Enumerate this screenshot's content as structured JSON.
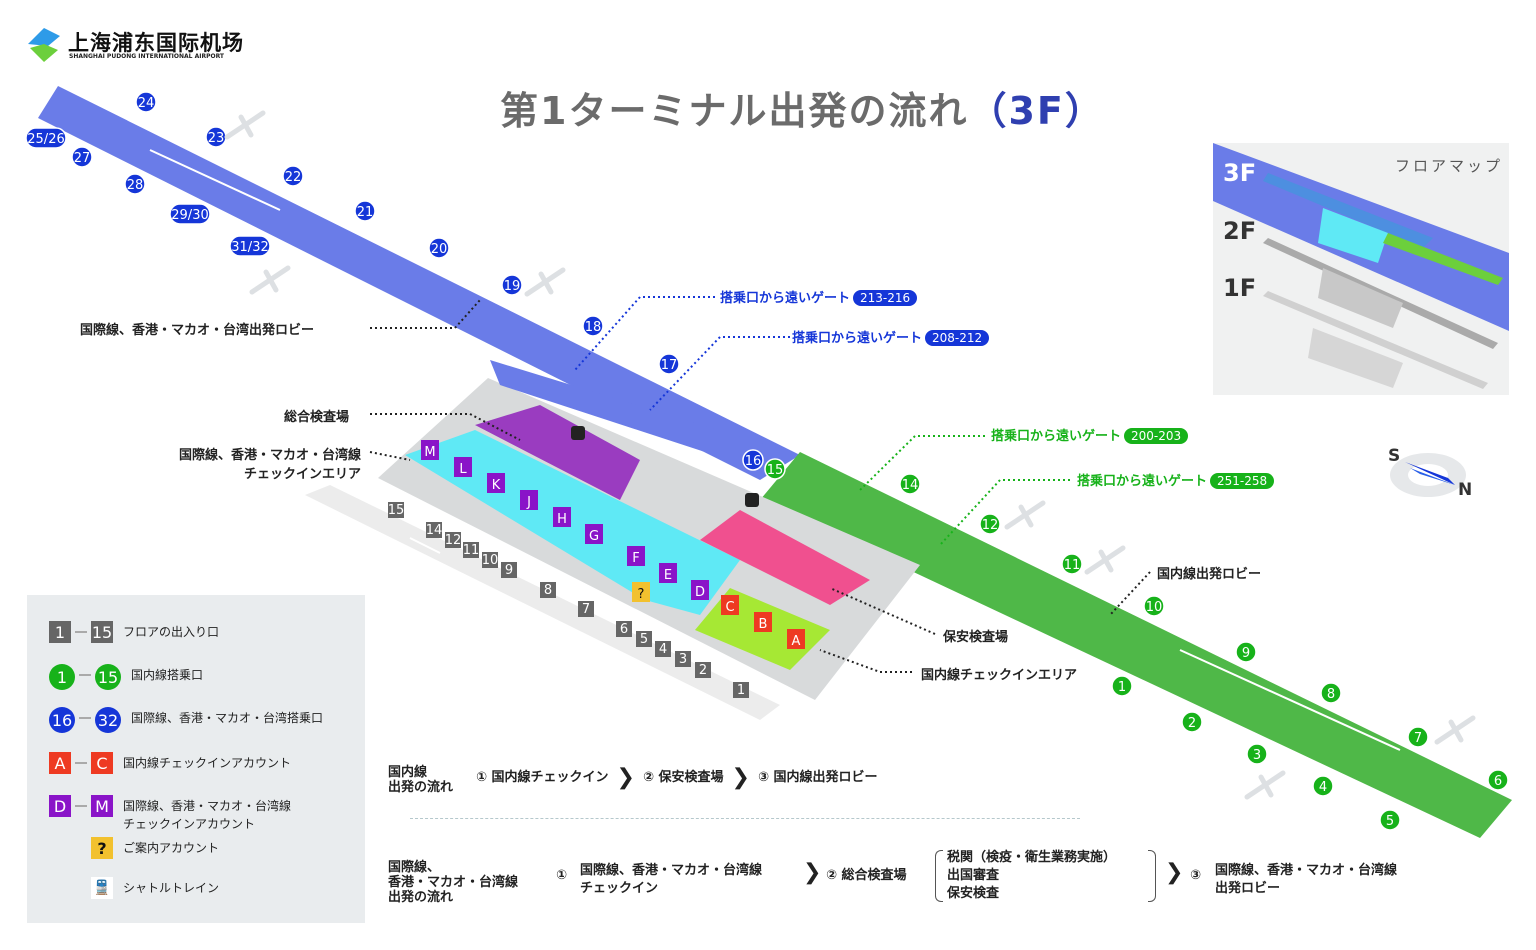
{
  "logo": {
    "name_cn": "上海浦东国际机场",
    "name_en": "SHANGHAI PUDONG INTERNATIONAL AIRPORT"
  },
  "title": {
    "prefix": "第",
    "num": "1",
    "main": "ターミナル出発の流れ",
    "floor": "（3F）"
  },
  "colors": {
    "intl_pier": "#6a7ce8",
    "dom_pier": "#4fb848",
    "intl_gate": "#1536d8",
    "dom_gate": "#17b21a",
    "entrance": "#666666",
    "dom_counter": "#ee3a22",
    "intl_counter": "#8a14c8",
    "info": "#f2c12e",
    "cyan": "#5fe9f5",
    "purple": "#9a3cc0",
    "pink": "#f0508f",
    "lime": "#a6e834"
  },
  "intl_gates": [
    "24",
    "25/26",
    "27",
    "23",
    "28",
    "22",
    "29/30",
    "21",
    "31/32",
    "20",
    "19",
    "18",
    "17",
    "16"
  ],
  "dom_gates": [
    "15",
    "14",
    "12",
    "11",
    "10",
    "9",
    "8",
    "7",
    "6",
    "1",
    "2",
    "3",
    "4",
    "5"
  ],
  "entrances": [
    "15",
    "14",
    "12",
    "11",
    "10",
    "9",
    "8",
    "7",
    "6",
    "5",
    "4",
    "3",
    "2",
    "1"
  ],
  "counters": [
    "M",
    "L",
    "K",
    "J",
    "H",
    "G",
    "F",
    "E",
    "D",
    "C",
    "B",
    "A"
  ],
  "info_mark": "?",
  "callouts": {
    "intl_lobby": "国際線、香港・マカオ・台湾出発ロビー",
    "general_inspection": "総合検査場",
    "intl_checkin_1": "国際線、香港・マカオ・台湾線",
    "intl_checkin_2": "チェックインエリア",
    "far_gate": "搭乗口から遠いゲート",
    "far_213": "213-216",
    "far_208": "208-212",
    "far_200": "200-203",
    "far_251": "251-258",
    "dom_lobby": "国内線出発ロビー",
    "security": "保安検査場",
    "dom_checkin": "国内線チェックインエリア"
  },
  "compass": {
    "s": "S",
    "n": "N"
  },
  "floor_map": {
    "title": "フロアマップ",
    "floors": [
      "3F",
      "2F",
      "1F"
    ]
  },
  "legend": [
    {
      "from": "1",
      "to": "15",
      "text": "フロアの出入り口"
    },
    {
      "from": "1",
      "to": "15",
      "text": "国内線搭乗口"
    },
    {
      "from": "16",
      "to": "32",
      "text": "国際線、香港・マカオ・台湾搭乗口"
    },
    {
      "from": "A",
      "to": "C",
      "text": "国内線チェックインアカウント"
    },
    {
      "from": "D",
      "to": "M",
      "text": "国際線、香港・マカオ・台湾線",
      "text2": "チェックインアカウント"
    },
    {
      "icon": "?",
      "text": "ご案内アカウント"
    },
    {
      "text": "シャトルトレイン"
    }
  ],
  "flow_dom": {
    "label1": "国内線",
    "label2": "出発の流れ",
    "s1": "① 国内線チェックイン",
    "s2": "② 保安検査場",
    "s3": "③ 国内線出発ロビー",
    "arrow": "❯"
  },
  "flow_intl": {
    "label1": "国際線、",
    "label2": "香港・マカオ・台湾線",
    "label3": "出発の流れ",
    "s1a": "国際線、香港・マカオ・台湾線",
    "s1b": "チェックイン",
    "n1": "①",
    "s2": "② 総合検査場",
    "b1": "税関（検疫・衛生業務実施）",
    "b2": "出国審査",
    "b3": "保安検査",
    "n3": "③",
    "s3a": "国際線、香港・マカオ・台湾線",
    "s3b": "出発ロビー",
    "arrow": "❯"
  }
}
